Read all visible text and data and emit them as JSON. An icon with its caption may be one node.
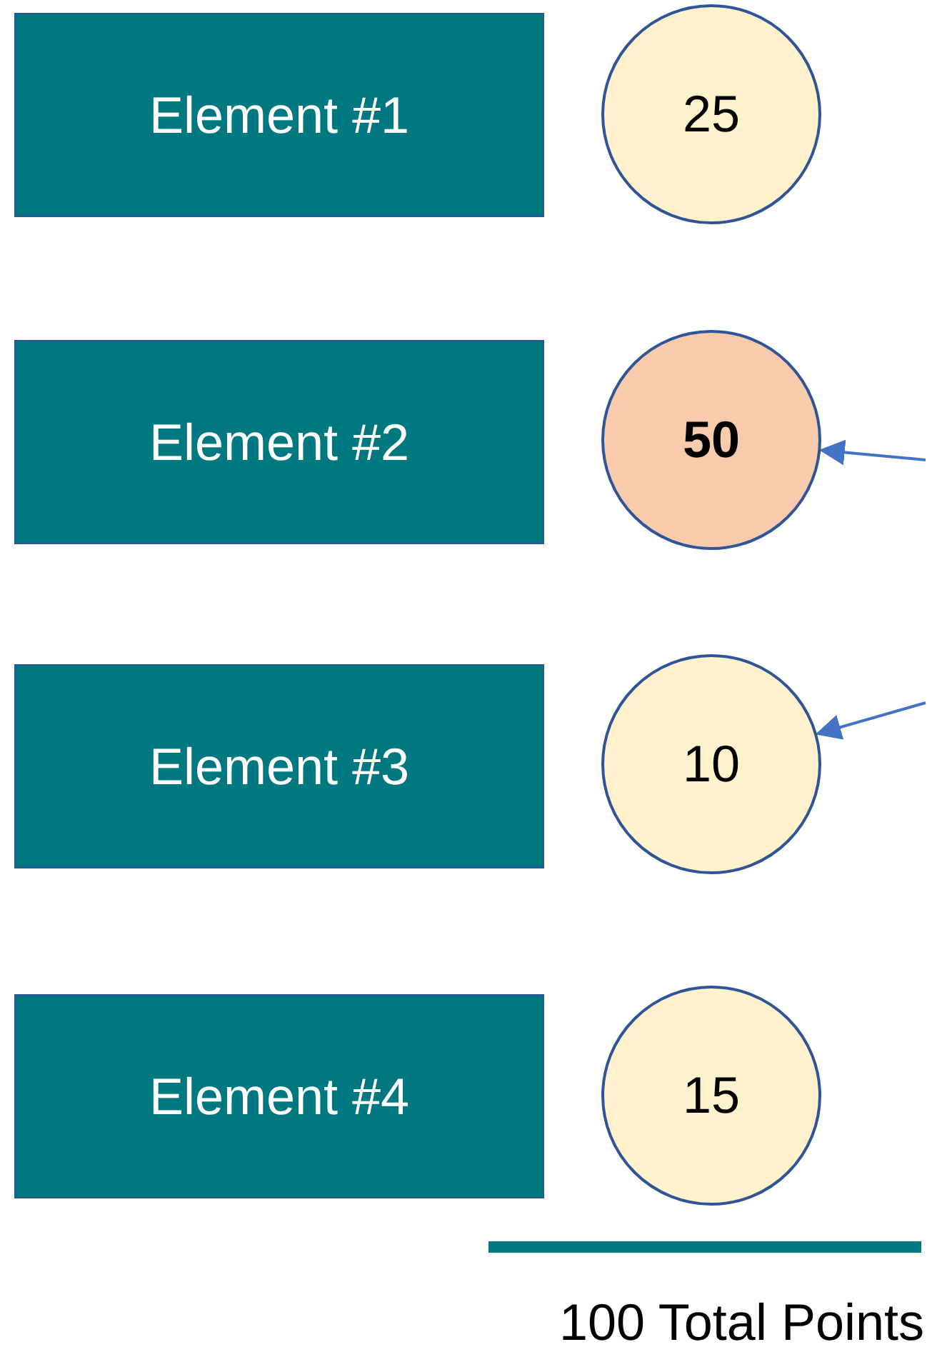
{
  "diagram": {
    "nodes": [
      {
        "text": [
          "Element #1"
        ]
      },
      {
        "text": [
          "25"
        ]
      },
      {
        "text": [
          "Element #2"
        ]
      },
      {
        "text": [
          "50"
        ]
      },
      {
        "text": [
          "Element #3"
        ]
      },
      {
        "text": [
          "10"
        ]
      },
      {
        "text": [
          "Element #4"
        ]
      },
      {
        "text": [
          "15"
        ]
      }
    ],
    "edges": [
      {
        "from": null,
        "to": 3,
        "arrow": "to"
      },
      {
        "from": null,
        "to": 5,
        "arrow": "to"
      }
    ],
    "labels": [
      "100 Total Points"
    ]
  }
}
